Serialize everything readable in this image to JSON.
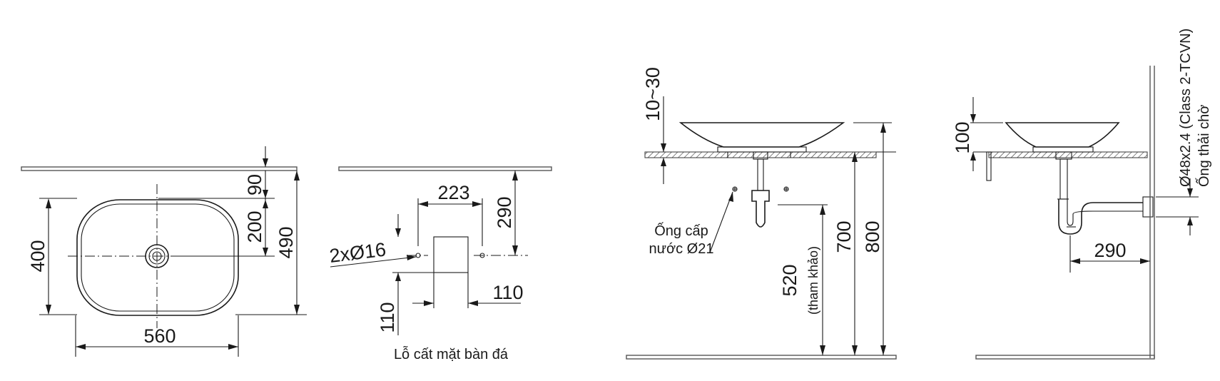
{
  "dimensions": {
    "d560": "560",
    "d400": "400",
    "d90": "90",
    "d200": "200",
    "d490": "490",
    "d223": "223",
    "d290a": "290",
    "d2x16": "2xØ16",
    "d110h": "110",
    "d110v": "110",
    "d10_30": "10~30",
    "d520": "520",
    "d700": "700",
    "d800": "800",
    "d100": "100",
    "d290b": "290"
  },
  "labels": {
    "cutout_caption": "Lỗ cất mặt bàn đá",
    "supply_line1": "Ống cấp",
    "supply_line2": "nước Ø21",
    "reference": "(tham khảo)",
    "drain_pipe_spec": "Ø48x2.4 (Class 2-TCVN)",
    "drain_pipe_name": "Ống thải chờ"
  }
}
